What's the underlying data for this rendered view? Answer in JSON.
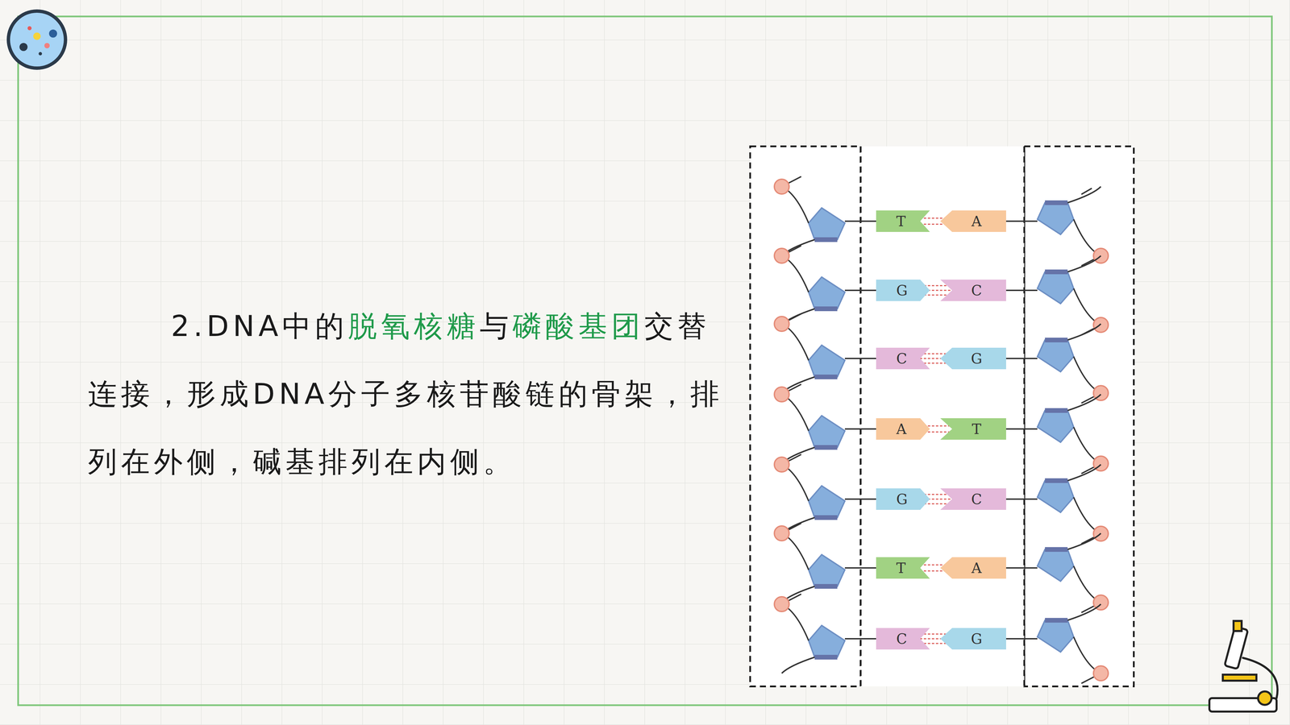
{
  "diagram": {
    "nodes": [
      {
        "text": [
          "T"
        ]
      },
      {
        "text": [
          "A"
        ]
      },
      {
        "text": [
          "G"
        ]
      },
      {
        "text": [
          "C"
        ]
      },
      {
        "text": [
          "C"
        ]
      },
      {
        "text": [
          "G"
        ]
      },
      {
        "text": [
          "A"
        ]
      },
      {
        "text": [
          "T"
        ]
      },
      {
        "text": [
          "G"
        ]
      },
      {
        "text": [
          "C"
        ]
      },
      {
        "text": [
          "T"
        ]
      },
      {
        "text": [
          "A"
        ]
      },
      {
        "text": [
          "C"
        ]
      },
      {
        "text": [
          "G"
        ]
      }
    ],
    "edges": [
      {
        "from": 0,
        "to": 1,
        "arrow": "none"
      },
      {
        "from": 2,
        "to": 3,
        "arrow": "none"
      },
      {
        "from": 4,
        "to": 5,
        "arrow": "none"
      },
      {
        "from": 6,
        "to": 7,
        "arrow": "none"
      },
      {
        "from": 8,
        "to": 9,
        "arrow": "none"
      },
      {
        "from": 10,
        "to": 11,
        "arrow": "none"
      },
      {
        "from": 12,
        "to": 13,
        "arrow": "none"
      }
    ],
    "labels": [
      "2.DNA中的",
      "脱氧核糖",
      "与",
      "磷酸基团",
      "交替连接，形成DNA分子多核苷酸链的骨架，排列在外侧，碱基排列在内侧。"
    ]
  }
}
